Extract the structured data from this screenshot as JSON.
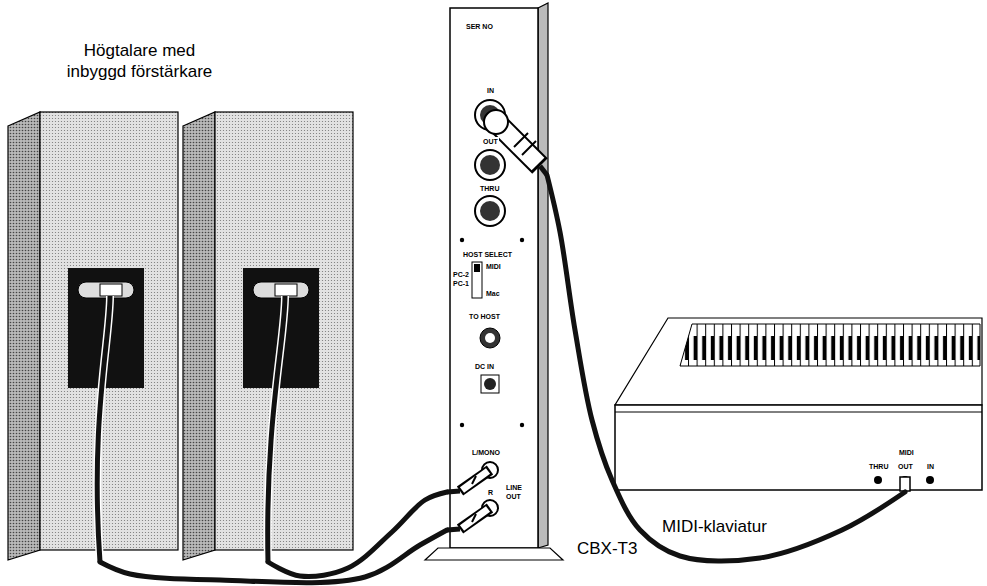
{
  "diagram": {
    "nodes": [
      {
        "text": [
          "Högtalare med inbyggd förstärkare"
        ]
      },
      {
        "text": [
          "CBX-T3"
        ]
      },
      {
        "text": [
          "MIDI-klaviatur"
        ]
      }
    ],
    "edges": [
      {
        "from": 1,
        "to": 0,
        "arrow": "none"
      },
      {
        "from": 1,
        "to": 0,
        "arrow": "none"
      },
      {
        "from": 2,
        "to": 1,
        "arrow": "none"
      }
    ],
    "labels": [
      "SER NO",
      "IN",
      "OUT",
      "THRU",
      "HOST SELECT",
      "MIDI",
      "PC-2",
      "PC-1",
      "Mac",
      "TO HOST",
      "DC IN",
      "L/MONO",
      "R",
      "LINE OUT",
      "MIDI",
      "THRU",
      "OUT",
      "IN"
    ]
  }
}
